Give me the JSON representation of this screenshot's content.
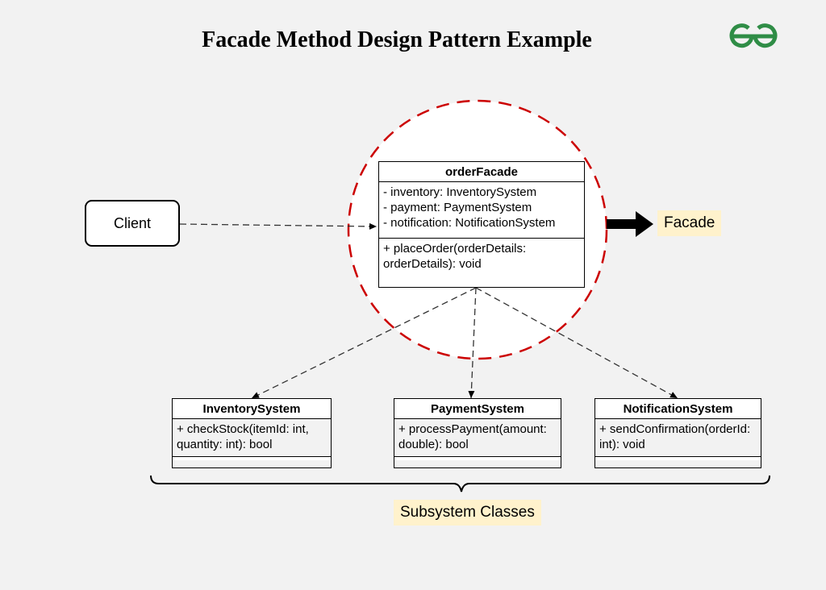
{
  "title": "Facade Method Design Pattern Example",
  "logo": {
    "icon": "geeksforgeeks-logo-icon",
    "color": "#2f8d46"
  },
  "colors": {
    "facade_circle": "#cc0000",
    "label_bg": "#fff2cc",
    "background": "#f2f2f2"
  },
  "client": {
    "label": "Client"
  },
  "facade_class": {
    "name": "orderFacade",
    "attributes": [
      "- inventory: InventorySystem",
      "- payment: PaymentSystem",
      "- notification: NotificationSystem"
    ],
    "methods": [
      "+ placeOrder(orderDetails:",
      "orderDetails): void"
    ]
  },
  "facade_label": "Facade",
  "subsystems": [
    {
      "name": "InventorySystem",
      "methods": [
        "+ checkStock(itemId: int,",
        "quantity: int): bool"
      ]
    },
    {
      "name": "PaymentSystem",
      "methods": [
        "+ processPayment(amount:",
        "double): bool"
      ]
    },
    {
      "name": "NotificationSystem",
      "methods": [
        "+ sendConfirmation(orderId:",
        "int): void"
      ]
    }
  ],
  "subsystem_label": "Subsystem Classes"
}
